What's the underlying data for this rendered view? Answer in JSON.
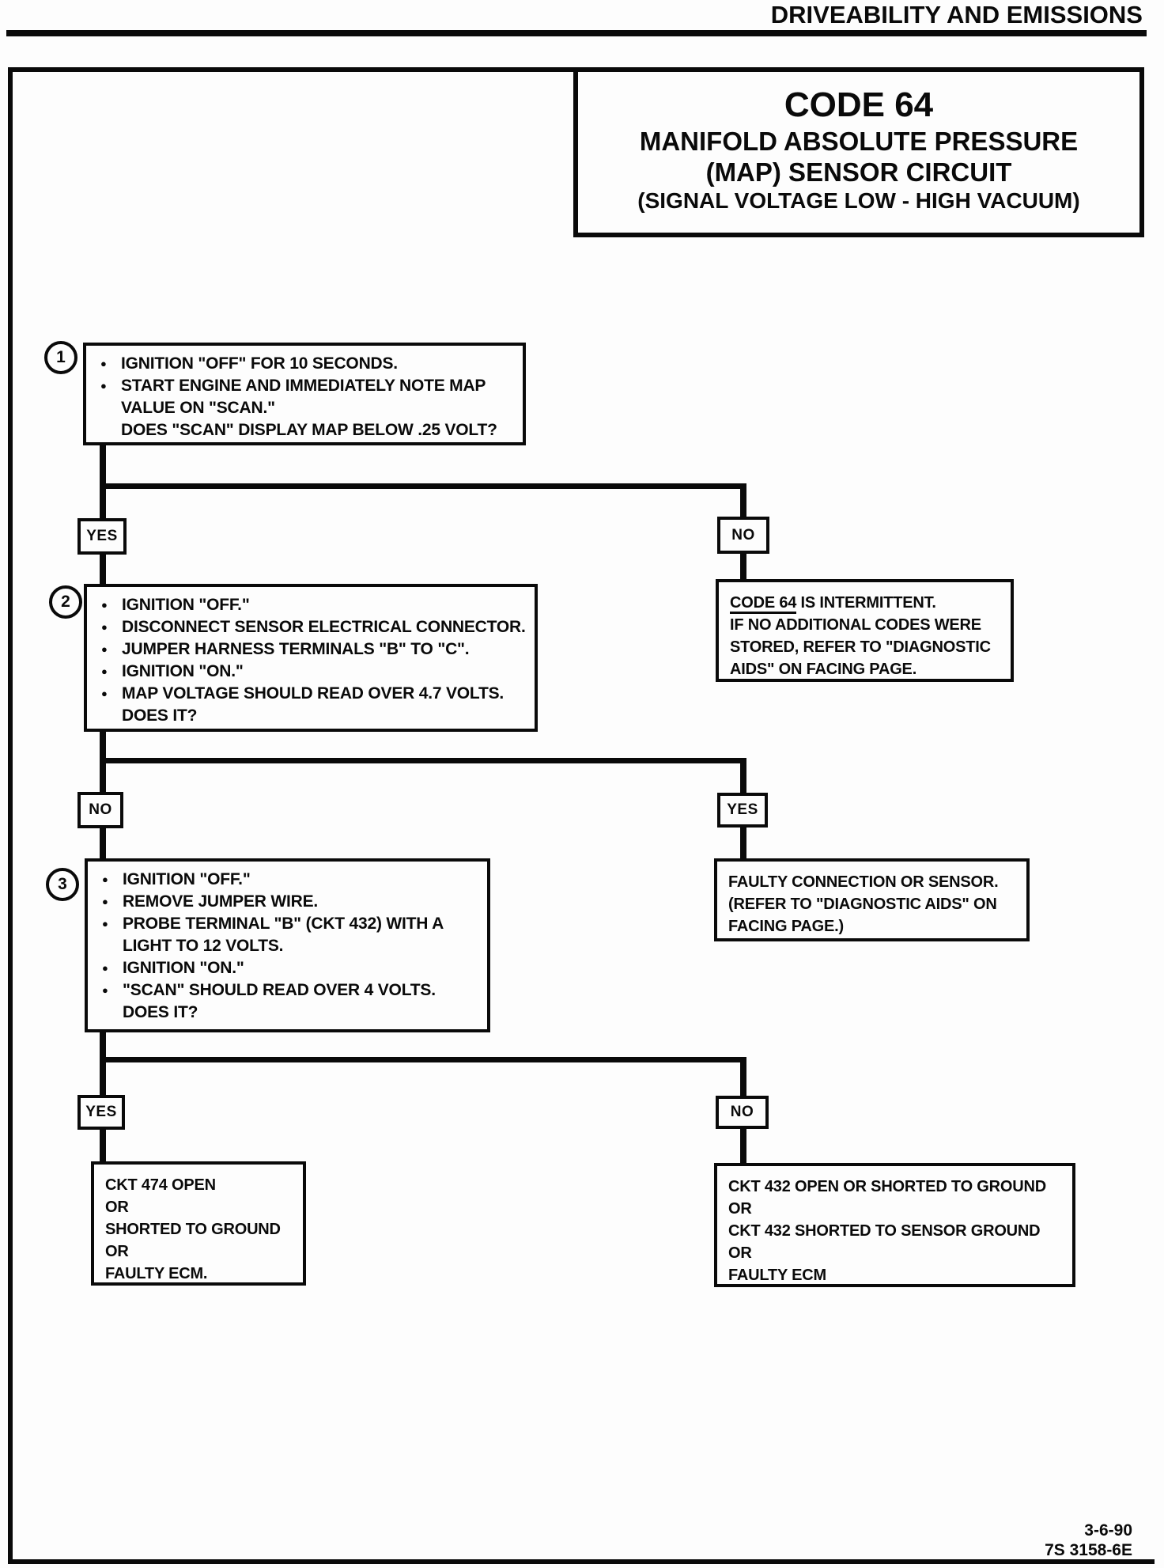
{
  "header": {
    "title": "DRIVEABILITY AND EMISSIONS"
  },
  "title_box": {
    "code": "CODE 64",
    "subtitle_line1": "MANIFOLD ABSOLUTE PRESSURE",
    "subtitle_line2": "(MAP) SENSOR CIRCUIT",
    "subtitle_line3": "(SIGNAL VOLTAGE LOW - HIGH VACUUM)"
  },
  "glyphs": {
    "bullet": "●"
  },
  "steps": {
    "step1": {
      "number": "1",
      "lines": [
        "IGNITION \"OFF\" FOR 10 SECONDS.",
        "START ENGINE AND IMMEDIATELY NOTE MAP",
        "VALUE ON \"SCAN.\"",
        "DOES \"SCAN\" DISPLAY MAP BELOW .25 VOLT?"
      ]
    },
    "step2": {
      "number": "2",
      "lines": [
        "IGNITION \"OFF.\"",
        "DISCONNECT SENSOR ELECTRICAL CONNECTOR.",
        "JUMPER HARNESS TERMINALS \"B\" TO \"C\".",
        "IGNITION \"ON.\"",
        "MAP VOLTAGE SHOULD READ OVER 4.7 VOLTS.",
        "DOES IT?"
      ]
    },
    "step3": {
      "number": "3",
      "lines": [
        "IGNITION \"OFF.\"",
        "REMOVE JUMPER WIRE.",
        "PROBE TERMINAL \"B\" (CKT 432) WITH A",
        "LIGHT TO 12 VOLTS.",
        "IGNITION \"ON.\"",
        "\"SCAN\" SHOULD READ OVER 4 VOLTS.",
        "DOES IT?"
      ]
    }
  },
  "branches": {
    "branch1": {
      "left": "YES",
      "right": "NO"
    },
    "branch2": {
      "left": "NO",
      "right": "YES"
    },
    "branch3": {
      "left": "YES",
      "right": "NO"
    }
  },
  "results": {
    "intermittent": {
      "underlined": "CODE 64",
      "line1_rest": " IS INTERMITTENT.",
      "line2": "IF NO ADDITIONAL CODES WERE",
      "line3": "STORED, REFER TO \"DIAGNOSTIC",
      "line4": "AIDS\" ON FACING PAGE."
    },
    "faulty_connection": {
      "line1": "FAULTY CONNECTION OR SENSOR.",
      "line2": "(REFER TO \"DIAGNOSTIC AIDS\" ON",
      "line3": "FACING PAGE.)"
    },
    "ckt474": {
      "lines": [
        "CKT 474 OPEN",
        "OR",
        "SHORTED TO GROUND",
        "OR",
        "FAULTY ECM."
      ]
    },
    "ckt432": {
      "lines": [
        "CKT 432 OPEN OR SHORTED TO GROUND",
        "OR",
        "CKT 432 SHORTED TO SENSOR GROUND",
        "OR",
        "FAULTY ECM"
      ]
    }
  },
  "footer": {
    "date": "3-6-90",
    "doc_id": "7S 3158-6E"
  }
}
